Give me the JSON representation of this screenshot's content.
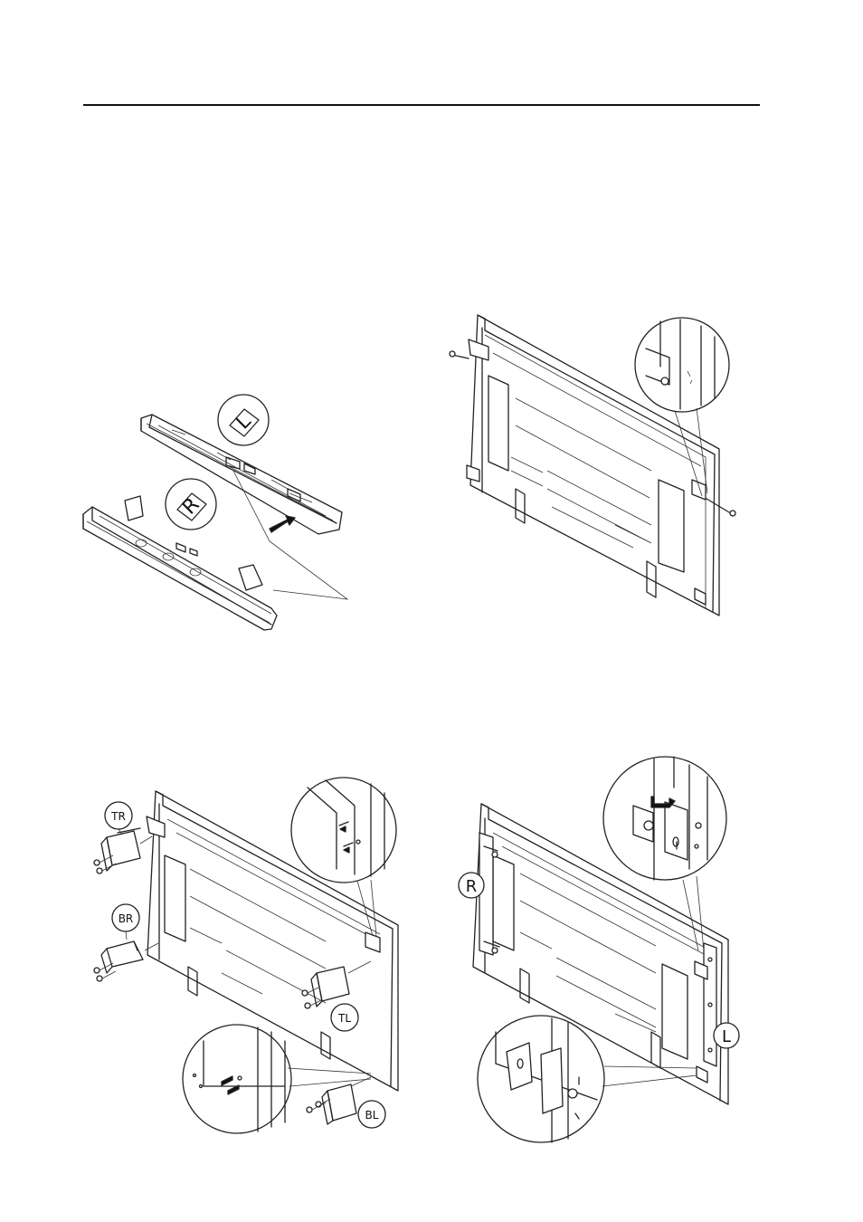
{
  "figures": {
    "stand_bars": {
      "label_l": "L",
      "label_r": "R"
    },
    "brackets": {
      "tr": "TR",
      "br": "BR",
      "tl": "TL",
      "bl": "BL"
    },
    "mounted": {
      "label_r": "R",
      "label_l": "L"
    }
  }
}
